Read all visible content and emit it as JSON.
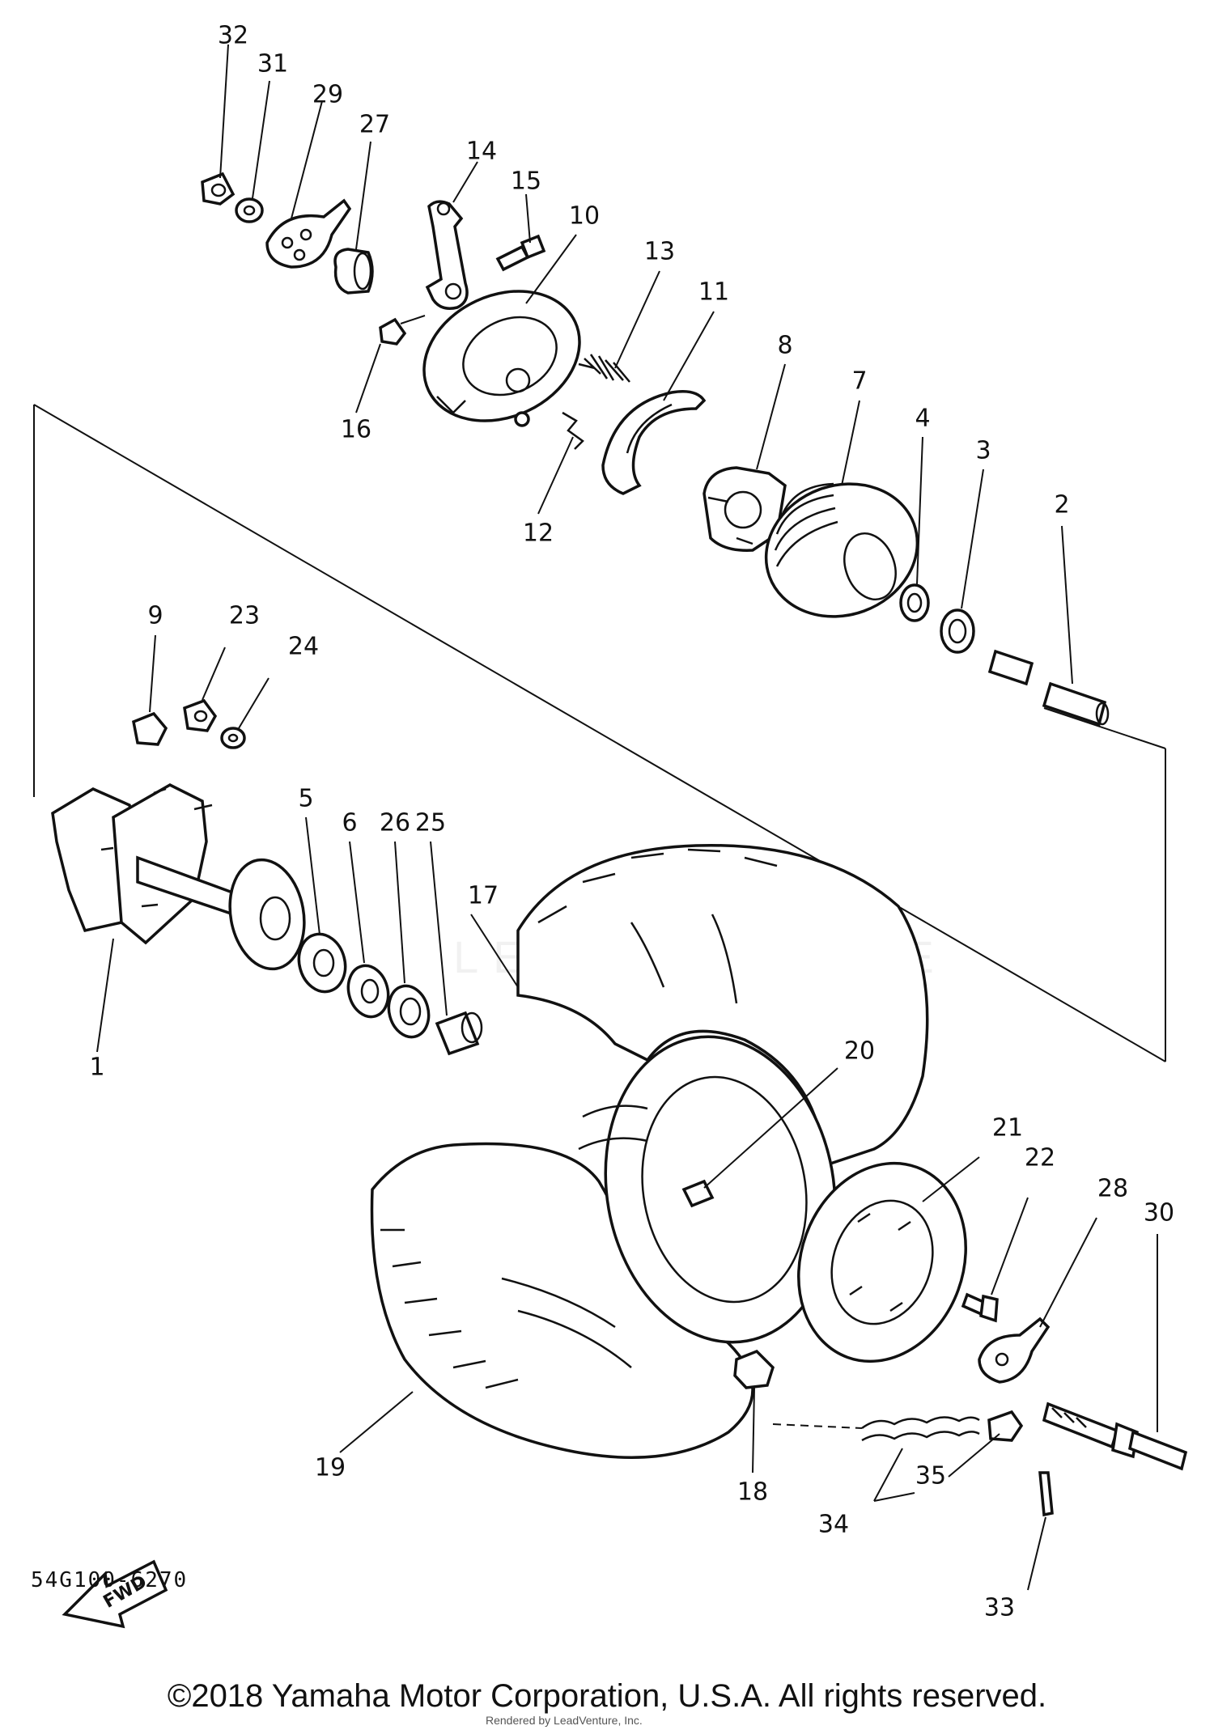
{
  "diagram": {
    "callouts": [
      "1",
      "2",
      "3",
      "4",
      "5",
      "6",
      "7",
      "8",
      "9",
      "10",
      "11",
      "12",
      "13",
      "14",
      "15",
      "16",
      "17",
      "18",
      "19",
      "20",
      "21",
      "22",
      "23",
      "24",
      "25",
      "26",
      "27",
      "28",
      "29",
      "30",
      "31",
      "32",
      "33",
      "34",
      "35"
    ],
    "fwd_label": "FWD",
    "diagram_code": "54G100-6270"
  },
  "footer": {
    "copyright": "©2018 Yamaha Motor Corporation, U.S.A. All rights reserved.",
    "render_credit": "Rendered by LeadVenture, Inc."
  },
  "watermark": {
    "text": "LEADVENTURE"
  },
  "colors": {
    "line": "#111111",
    "background": "#ffffff"
  }
}
